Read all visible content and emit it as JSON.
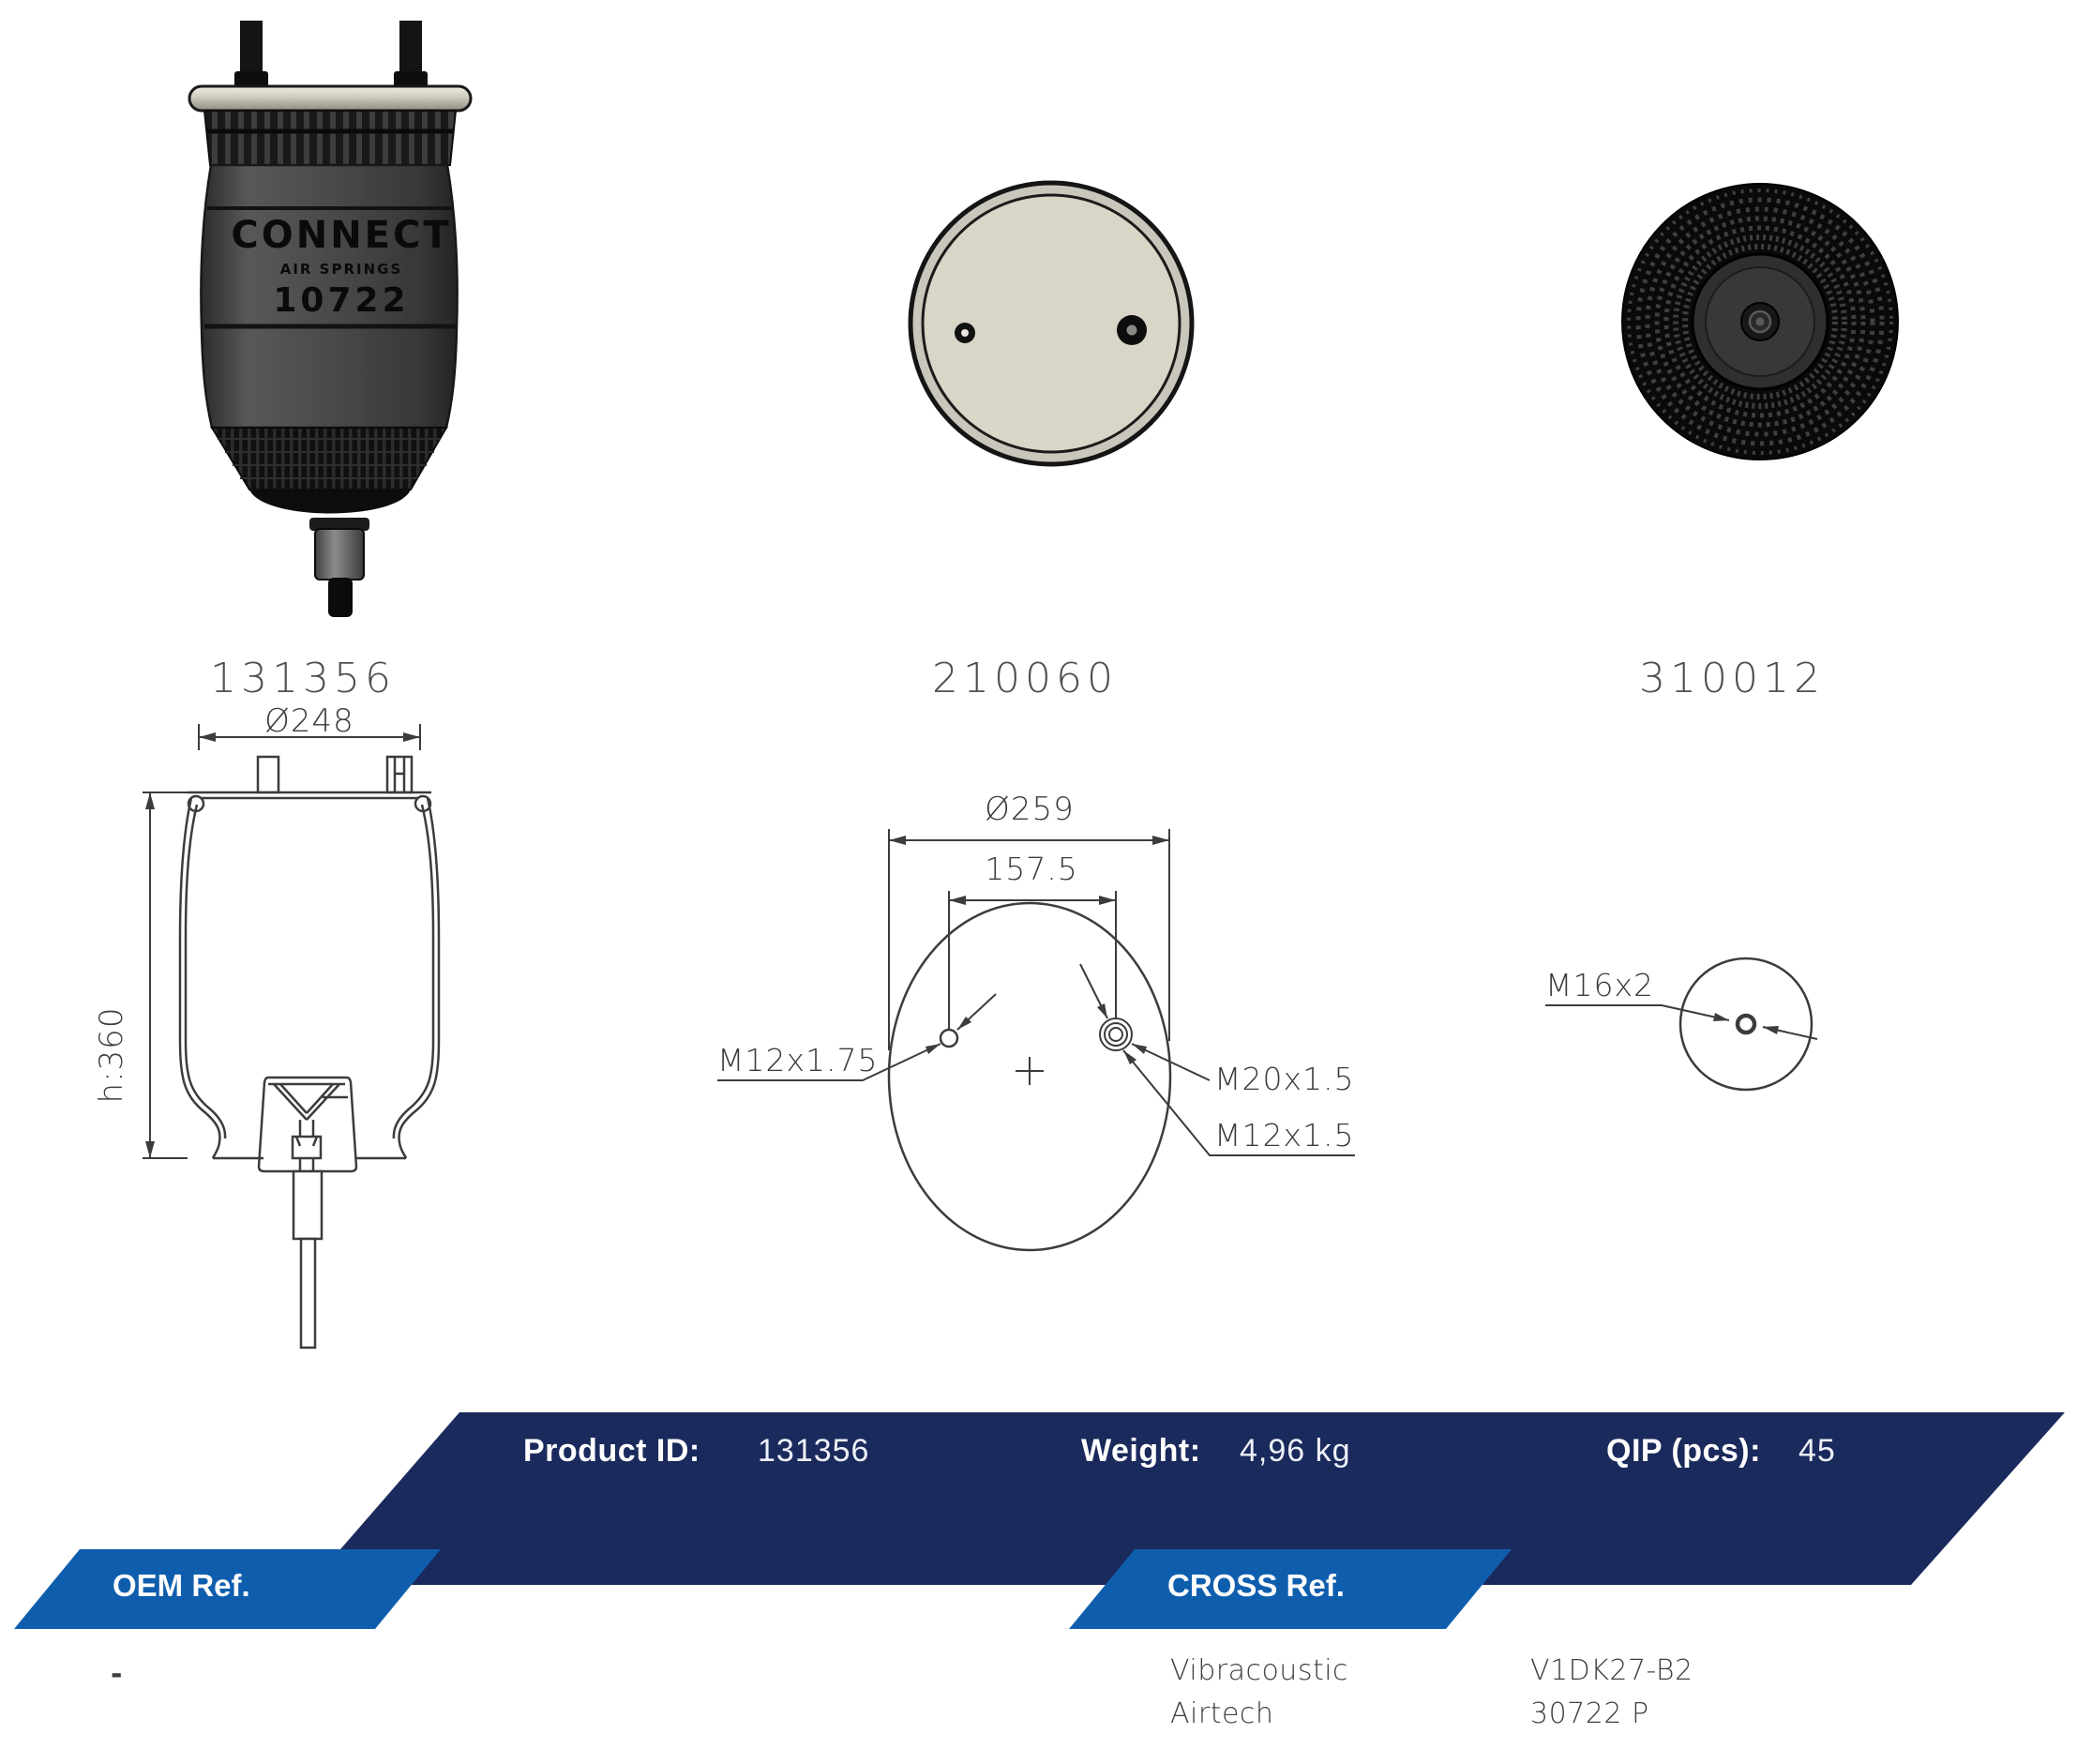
{
  "page": {
    "type": "air-spring-product-datasheet"
  },
  "products": [
    {
      "label": "131356",
      "view": "perspective-photo"
    },
    {
      "label": "210060",
      "view": "top-view-photo"
    },
    {
      "label": "310012",
      "view": "bottom-view-photo"
    }
  ],
  "photo_branding": {
    "line1": "CONNECT",
    "line2": "AIR SPRINGS",
    "line3": "10722"
  },
  "drawings": {
    "side_view": {
      "diameter": "Ø248",
      "height": "h:360"
    },
    "top_plate": {
      "outer_diameter": "Ø259",
      "bolt_spacing": "157.5",
      "stud_thread": "M12x1.75",
      "center_outer_thread": "M20x1.5",
      "center_inner_thread": "M12x1.5"
    },
    "bottom_plate": {
      "thread": "M16x2"
    }
  },
  "info_banner": {
    "product_id_label": "Product ID:",
    "product_id_value": "131356",
    "weight_label": "Weight:",
    "weight_value": "4,96 kg",
    "qip_label": "QIP (pcs):",
    "qip_value": "45"
  },
  "oem_ref": {
    "title": "OEM Ref.",
    "value": "-"
  },
  "cross_ref": {
    "title": "CROSS Ref.",
    "entries": [
      {
        "brand": "Vibracoustic",
        "number": "V1DK27-B2"
      },
      {
        "brand": "Airtech",
        "number": "30722 P"
      }
    ]
  },
  "colors": {
    "navy": "#1B2A5C",
    "accent_blue": "#0F5EAE",
    "drawing_line": "#3C3C3C",
    "top_face_beige": "#D9D5C7"
  }
}
